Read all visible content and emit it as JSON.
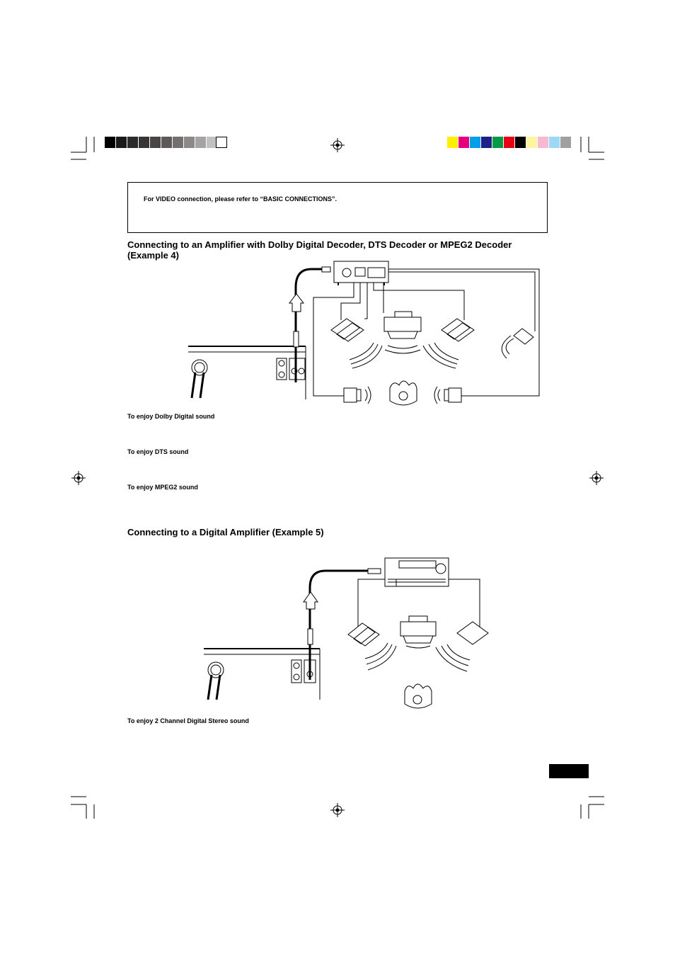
{
  "colors": {
    "gray_bar": [
      "#000000",
      "#1a1a1a",
      "#2b2b2b",
      "#3a3535",
      "#4a4545",
      "#5e5858",
      "#747070",
      "#8d8989",
      "#a6a3a3",
      "#c2c0c0",
      "#dcdada",
      "#ffffff"
    ],
    "color_bar": [
      "#ffef00",
      "#e4007f",
      "#00a0e9",
      "#1d2088",
      "#009944",
      "#e60012",
      "#000000",
      "#fff5a0",
      "#f7b8d0",
      "#9fd8f5",
      "#a0a0a0"
    ]
  },
  "notice": {
    "text": "For VIDEO connection, please refer to “BASIC CONNECTIONS”."
  },
  "section4": {
    "heading_line1": "Connecting to an Amplifier with Dolby Digital Decoder, DTS Decoder or MPEG2 Decoder",
    "heading_line2": "(Example 4)",
    "captions": [
      "To enjoy Dolby Digital sound",
      "To enjoy DTS sound",
      "To enjoy MPEG2 sound"
    ]
  },
  "section5": {
    "heading": "Connecting to a Digital Amplifier (Example 5)",
    "caption": "To enjoy 2 Channel Digital Stereo sound"
  },
  "icons": [
    "registration-mark-icon",
    "crop-mark-icon",
    "arrow-up-icon",
    "speaker-icon",
    "amplifier-icon",
    "listener-icon",
    "tv-icon",
    "dvd-player-icon"
  ]
}
